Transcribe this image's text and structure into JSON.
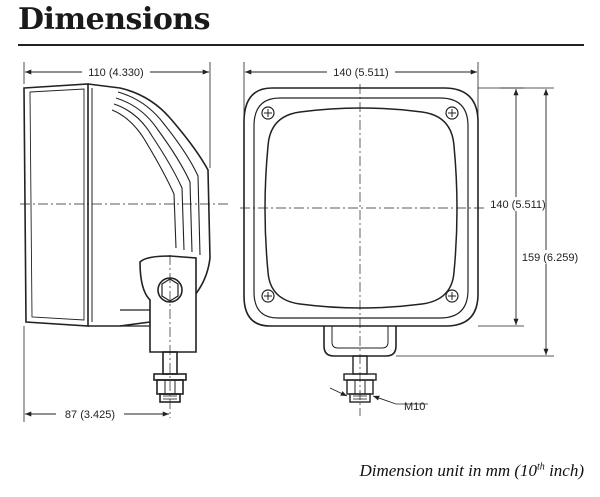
{
  "title": "Dimensions",
  "dimensions": {
    "side_width": "110 (4.330)",
    "front_width": "140 (5.511)",
    "front_height": "140 (5.511)",
    "overall_height": "159 (6.259)",
    "mount_offset": "87 (3.425)",
    "thread": "M10"
  },
  "footer": {
    "prefix": "Dimension unit in mm (10",
    "sup": "th",
    "suffix": " inch)"
  }
}
